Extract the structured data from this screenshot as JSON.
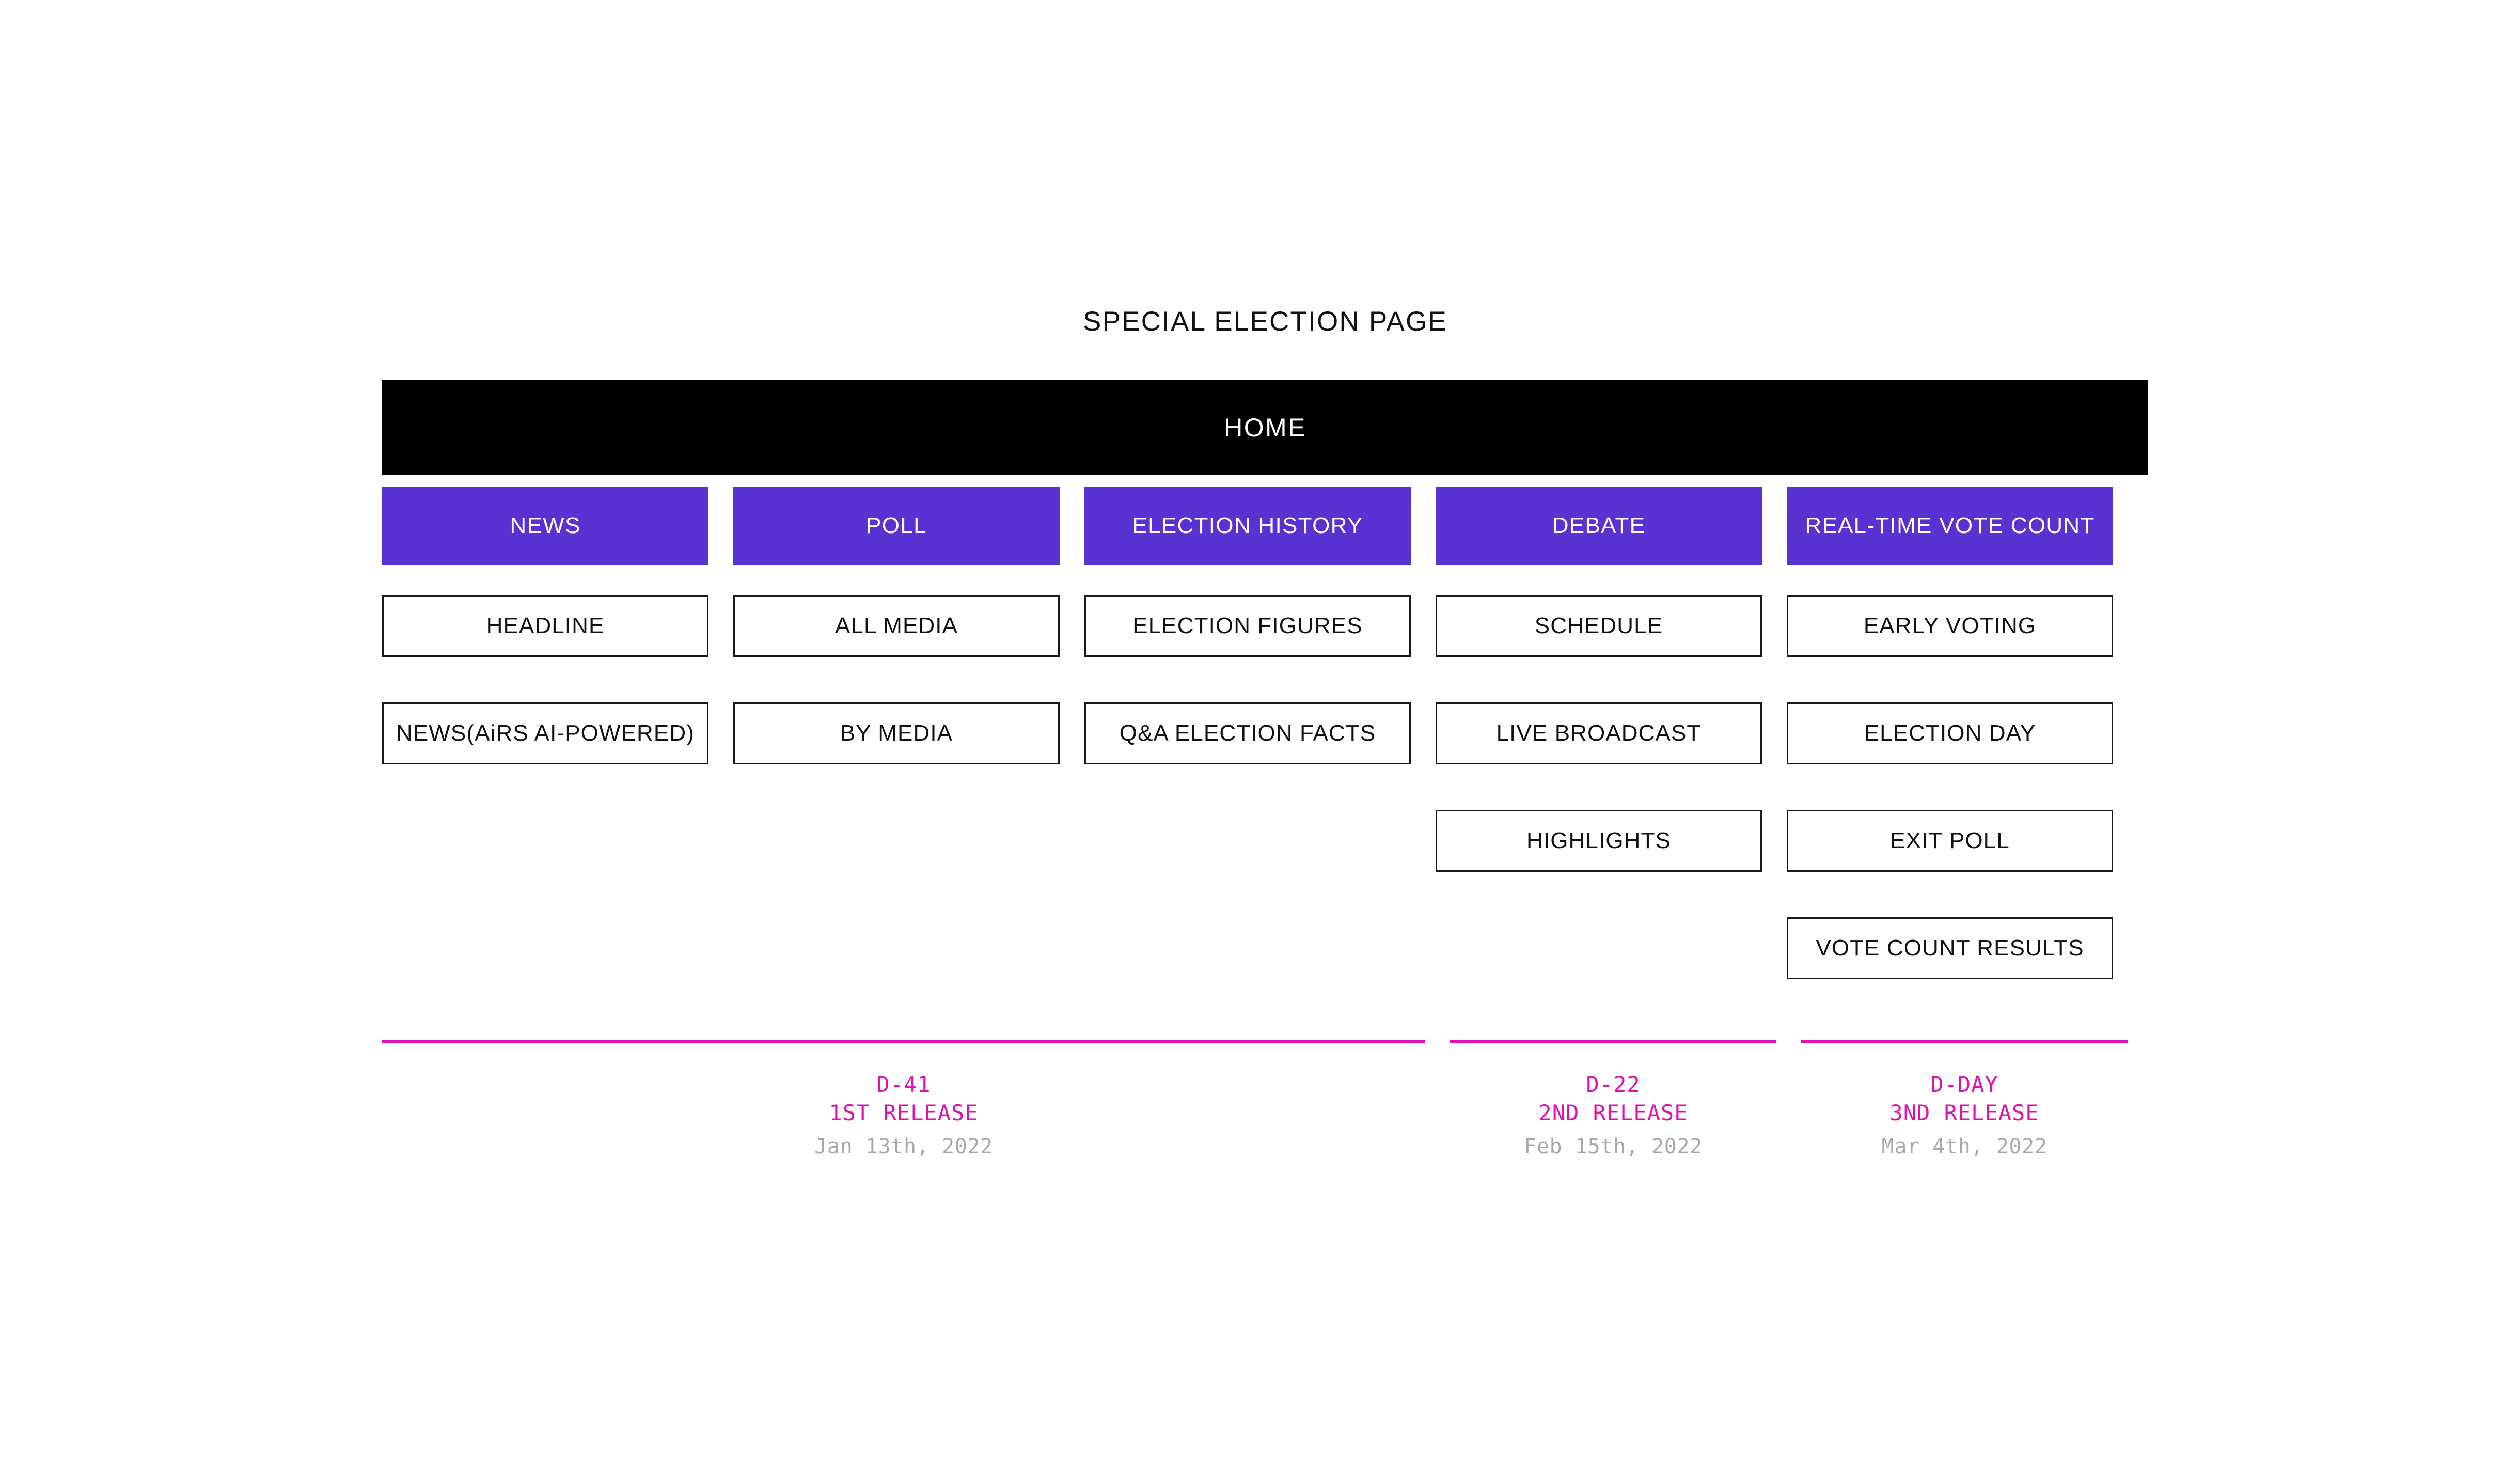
{
  "page": {
    "title": "SPECIAL ELECTION PAGE"
  },
  "home": {
    "label": "HOME"
  },
  "colors": {
    "category_purple": "#5a32d2",
    "timeline_magenta": "#e010b0",
    "home_bar": "#000000",
    "date_gray": "#a8a8a8"
  },
  "columns": [
    {
      "category": "NEWS",
      "items": [
        "HEADLINE",
        "NEWS(AiRS AI-POWERED)"
      ]
    },
    {
      "category": "POLL",
      "items": [
        "ALL MEDIA",
        "BY MEDIA"
      ]
    },
    {
      "category": "ELECTION HISTORY",
      "items": [
        "ELECTION FIGURES",
        "Q&A ELECTION FACTS"
      ]
    },
    {
      "category": "DEBATE",
      "items": [
        "SCHEDULE",
        "LIVE BROADCAST",
        "HIGHLIGHTS"
      ]
    },
    {
      "category": "REAL-TIME VOTE COUNT",
      "items": [
        "EARLY VOTING",
        "ELECTION DAY",
        "EXIT POLL",
        "VOTE COUNT RESULTS"
      ]
    }
  ],
  "timeline": [
    {
      "dday": "D-41",
      "release": "1ST RELEASE",
      "date": "Jan 13th, 2022"
    },
    {
      "dday": "D-22",
      "release": "2ND RELEASE",
      "date": "Feb 15th, 2022"
    },
    {
      "dday": "D-DAY",
      "release": "3ND RELEASE",
      "date": "Mar 4th, 2022"
    }
  ]
}
